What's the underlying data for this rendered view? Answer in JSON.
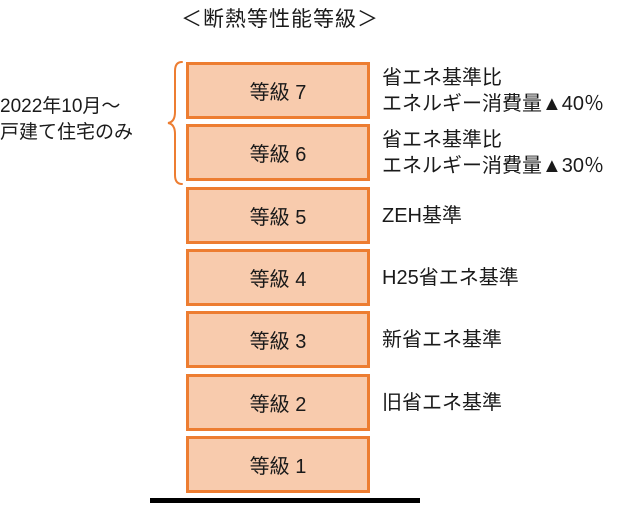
{
  "title": "＜断熱等性能等級＞",
  "annotation": {
    "line1": "2022年10月〜",
    "line2": "戸建て住宅のみ"
  },
  "grades": [
    {
      "label": "等級 7",
      "desc1": "省エネ基準比",
      "desc2": "エネルギー消費量▲40％"
    },
    {
      "label": "等級 6",
      "desc1": "省エネ基準比",
      "desc2": "エネルギー消費量▲30％"
    },
    {
      "label": "等級 5",
      "desc1": "ZEH基準",
      "desc2": ""
    },
    {
      "label": "等級 4",
      "desc1": "H25省エネ基準",
      "desc2": ""
    },
    {
      "label": "等級 3",
      "desc1": "新省エネ基準",
      "desc2": ""
    },
    {
      "label": "等級 2",
      "desc1": "旧省エネ基準",
      "desc2": ""
    },
    {
      "label": "等級 1",
      "desc1": "",
      "desc2": ""
    }
  ],
  "colors": {
    "box_fill": "#F8CBAD",
    "box_border": "#ED7D31",
    "brace": "#ED7D31",
    "ground_line": "#000000"
  }
}
